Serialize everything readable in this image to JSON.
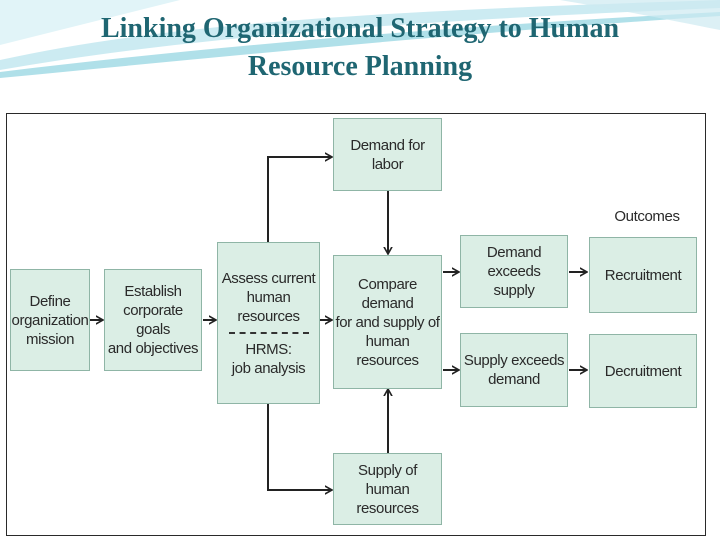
{
  "slide": {
    "title_line1": "Linking Organizational Strategy  to Human",
    "title_line2": "Resource Planning",
    "title_color": "#1f6672",
    "accent_color": "#8fd3e0"
  },
  "diagram": {
    "box_fill": "#dbeee5",
    "box_border": "#8fb5a6",
    "nodes": {
      "define": "Define\norganization\nmission",
      "establish": "Establish\ncorporate goals\nand objectives",
      "assess_top": "Assess current\nhuman resources",
      "assess_bottom": "HRMS:\njob analysis",
      "demand": "Demand for labor",
      "compare": "Compare demand\nfor and supply of\nhuman resources",
      "supply": "Supply of\nhuman resources",
      "demand_exceeds": "Demand exceeds\nsupply",
      "supply_exceeds": "Supply exceeds\ndemand",
      "recruitment": "Recruitment",
      "decruitment": "Decruitment"
    },
    "outcomes_label": "Outcomes"
  }
}
